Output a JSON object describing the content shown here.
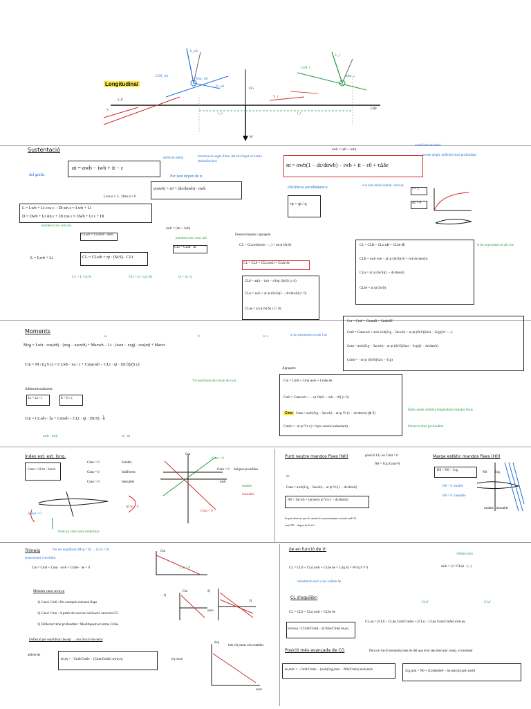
{
  "diagram": {
    "highlight_label": "Longitudinal",
    "labels": {
      "LSN_wb": "LSN_wb",
      "L_wb": "L_wb",
      "Mac_wb": "Mac_wb",
      "D_wb": "D_wb",
      "LSN_t": "LSN_t",
      "L_t": "L_t",
      "Mac_t": "Mac_t",
      "CG": "CG",
      "LRF": "LRF",
      "W": "W",
      "V": "V",
      "x_b": "x_b",
      "x_s": "x_s",
      "l_t": "l_t",
      "Vt": "V_t"
    }
  },
  "sustentacio": {
    "title": "Sustentació",
    "alpha_t_eq": "αt = αwb − iwb + it − ε",
    "deflexio_note": "deflexió estela",
    "downwash_note": "disminució angle d'atac del tail degut a l'estela (turbulències)",
    "del_grafic": "del gràfic",
    "per_tant": "Per tant depen de α",
    "eps_eq": "ε(αwb) = ε0 + (dε/dαwb) · αwb",
    "cos_note": "Lcos α ≈ L ; Dsin α ≈ 0",
    "L_eq": "L = Lwb + Lt cos ε − Dt sin ε ≈ Lwb + Lt",
    "D_eq": "D = Dwb + Lt sin ε + Dt cos ε ≈ Dwb + Lt ε + Dt",
    "pendent_wb": "pendent curv. sust ala",
    "CLwb_eq": "CLwb = CLαwb · αwb",
    "alpha_wb_note": "αwb = (αb + iwb)",
    "pendent_t": "pendent curv. sust. tail",
    "CLt_eq": "CLt = CLαt · αt",
    "L_sum": "L = Lwb + Lt",
    "CL_eq": "CL = CLwb + ηt · (St/S) · CLt",
    "CL_def": "CL = L / (q S)",
    "CLt_def": "CLt = Lt / (qt St)",
    "eta_def": "ηt = qt / q",
    "alpha_t_full": "αt = αwb(1 − dε/dαwb) − iwb + it − ε0 + τΔδe",
    "alpha_t_note": "αwb = (αb + iwb)",
    "tau_note": "terme afegit: deflexió timó profunditat",
    "eff_title": "eficiència aerodinàmica:",
    "eta_eq": "ηt = qt / q",
    "timo_note": "coeficient del timó",
    "cua_note": "cua sola mobil (estab. canvia)",
    "tau_boxes": [
      "τ = 1",
      "Δε = 0"
    ],
    "desenvolupam": "Desenvolupam i agrupem",
    "CL_dev": "CL = CLαwb(αwb − ...) + αt ηt (St/S)",
    "CL_group": "CL = CL0 + CLα αwb + CLδe δe",
    "CL0": "CL0 = at(it − iwb − ε0)ηt (St/S) (≥ 0)",
    "CLa": "CLα = awb + at ηt (St/S)(1 − dε/dαwb) (> 0)",
    "CLde": "CLδe = at ηt (St/S) τ (> 0)",
    "si_expressem": "si ho expressem en αb i αe",
    "CL_ab": [
      "CL = CLB + CLα αB + CLδe δE",
      "CLB = awb iwb − at ηt (St/S)(ε0 + iwb dε/dαwb)",
      "CLα = at ηt (St/S)(1 − dε/dαwb)",
      "CLδe = at ηt (St/S)"
    ]
  },
  "moments": {
    "title": "Moments",
    "Mcg_eq": "Mcg = Lwb · cos(αb) · (xcg − xacwb) + Macwb − Lt · (xact − xcg) · cos(αt) + Macct",
    "xa_label": "xa",
    "lt_label": "lt",
    "cc_label": "cc t",
    "Cm_eq": "Cm = M / (q S c) = CLwb · xa / c + Cmacwb − CLt · ηt · (St lt)/(S c)",
    "vt_note": "Vt (coeficient de volum de cua)",
    "adim": "Adimensionalitzem:",
    "adim_defs": [
      "x̂a = xa / c",
      "l̂t = lt / c"
    ],
    "Cm_adim": "Cm = CLwb · x̂a + Cmwb − CLt · ηt · (St/S) · l̂t",
    "awb_note": "αwb · αwb",
    "at_note": "αt · αt",
    "agrupem": "Agrupem:",
    "Cm_group": "Cm = Cm0 + Cmα αwb + Cmδe δe",
    "Cm0": "Cm0 = Cmacwb + ... ηt Vt(i0 − iwb − ε0) (≥ 0)",
    "Cma": "Cmα = awb(x̂cg − x̂acwb) − at ηt Vt (1 − dε/dαwb) (≶ 0)",
    "Cmde": "Cmδe = −at ηt Vt τ (< 0 per control estàndard)",
    "idx_note": "Índex estab. estàtica longitudinal mandos fixos",
    "pot_note": "Potència timó profunditat",
    "si_expressem": "si ho expressem en αb i αe",
    "Cm_ab": [
      "Cm = Cm0 + CmααB + CmδeδE",
      "Cm0 = Cmacwb + awb iwb(x̂cg − x̂acwb) + at ηt (St/S)(x̂act − x̂cg)(ε0 + ...)",
      "Cmα = awb(x̂cg − x̂acwb) − at ηt (St/S)(x̂act − x̂cg)(1 − dε/dαwb)",
      "Cmδe = −at ηt (St/S)(x̂act − x̂cg)"
    ]
  },
  "index": {
    "title": "Índex est. est. long.",
    "Cma_def": "Cmα = ∂Cm / ∂αwb",
    "cases": [
      {
        "cond": "Cmα < 0",
        "result": "Estable"
      },
      {
        "cond": "Cmα = 0",
        "result": "Indiferent"
      },
      {
        "cond": "Cmα > 0",
        "result": "Inestable"
      }
    ],
    "delta_a": "Δαwb > 0",
    "delta_cm": "ΔCm < 0",
    "front_note": "front un canvi αwb estabilitza",
    "graph_labels": [
      "Cm",
      "Cmα > 0",
      "Cmα = 0",
      "Cmα < 0",
      "αwb"
    ],
    "unitats": "úniques possibles",
    "estable": "estable",
    "inestable": "inestable",
    "punt_neutre": "Punt neutre mandos fixes (N0)",
    "pn_note": "posició CG on Cmα = 0",
    "N0_eq": "N0 = x̂cg |Cmα=0",
    "de": "de",
    "Cma_full": "Cmα = awb(x̂cg − x̂acwb) − at ηt Vt (1 − dε/dαwb)",
    "N0_full": "N0 = x̂acwb + (at/awb) ηt Vt (1 − dε/dαwb)",
    "note_small": "Se pot observar que el canard és monotonament creixent amb Vt.",
    "note_small2": "tenir N0 ... depen de St i lt ...",
    "marge": "Marge estàtic mandos fixes (H0)",
    "H0_eq": "H0 = N0 − x̂cg",
    "h0_labels": [
      "H0 > 0",
      "estable",
      "H0 < 0",
      "inestable",
      "N0",
      "x̂cg"
    ],
    "estable_inestable": "estable | inestable"
  },
  "trim": {
    "title": "Trimeig",
    "eq_note": "Per ser equilibrat (Mcg = 0) → (Cm = 0)",
    "estacionari": "(estacionari i rectilini)",
    "Cm_eq": "Cm = Cm0 + Cmα · αwb + Cmδe · δe = 0",
    "metodes": "Mètodes canvi αwb,eq",
    "methods": [
      "1) Canvi Cm0 : Per exemple extenent flaps",
      "2) Canvi Cmα : A partir de canviar inclinació canviem CG",
      "3) Deflectar timó profunditat : Modifiquem el terme Cmδe"
    ],
    "graph_labels": [
      "Cm",
      "Cm = 0",
      "Cm",
      "αwb",
      "1)",
      "2)",
      "3)"
    ],
    "deflexio": "Deflexió per equilibrar (δe,eq) → (en funció de αwb)",
    "aillem": "aillem δe",
    "de_eq": "δe,eq = −Cm0/Cmδe − (Cmα/Cmδe) αwb,eq",
    "recta": "eq recta",
    "tots": "tots els punts són estables",
    "graph2": [
      "δeq",
      "αwb"
    ],
    "de_funcio": "δe en funció de V:",
    "CL_V": "CL = CL0 + CLα αwb + CLδe δe = L/(q S) = W/(q S V²)",
    "substituim": "Substituim αwb a δe i aillem δe",
    "aillem_awb": "Aillem αwb",
    "awb_eq": "αwb = (1 / CLα) · (...)",
    "CL_equilibri": "CL d'equilibri",
    "CL_eq_def": "CL = CL0 + CLα αwb + CLδe δe",
    "CL_eq_full": "CL,eq = (CL0 − CLδe Cm0/Cmδe) + (CLα − CLδe Cmα/Cmδe) αwb,eq",
    "awb_eq_full": "αwb,eq = (Cm0/Cmα) − (Cmδe/Cmα) δe,eq",
    "cl0_lbl": "CL0'",
    "cla_lbl": "CLα'",
    "posicio": "Posició més avançada de CG",
    "posicio_note": "Punt on l'avió necessita més δe del que té el seu timó per comp. el moment",
    "de_max": "δe,màx = −Cm0/Cmδe − (awb(x̂cg,màx − N0)/Cmδe) αwb,màx",
    "xcg_min": "x̂cg,min = N0 + (Cmδe(δe0 − δe,màx))/(awb αwb)"
  },
  "colors": {
    "blue": "#1f6fd1",
    "green": "#1e9a3c",
    "red": "#d12a2a",
    "yellow": "#ffe94a"
  }
}
